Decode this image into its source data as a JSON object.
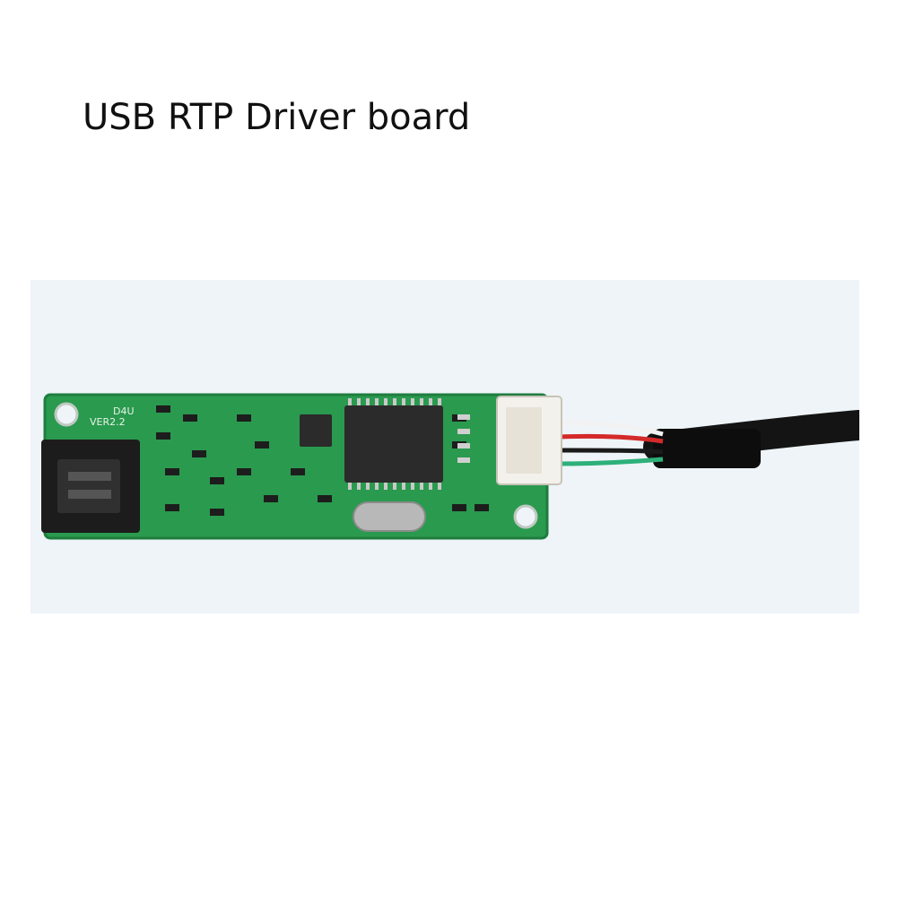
{
  "title": "USB RTP Driver board",
  "photo": {
    "subject_icon": "pcb-board-photo",
    "colors": {
      "backdrop": "#eef4f8",
      "pcb": "#2a9a4e",
      "pcb_dark": "#1f7d3e",
      "chip": "#2b2b2b",
      "connector_white": "#f3f1ec",
      "cable": "#141414"
    },
    "silkscreen": {
      "model_code": "D4U",
      "version": "VER2.2"
    }
  }
}
